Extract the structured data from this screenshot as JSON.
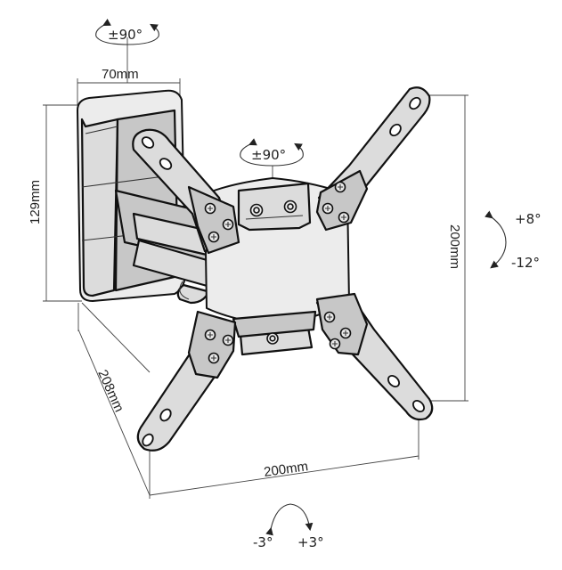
{
  "dimensions": {
    "wall_plate_width": "70mm",
    "wall_plate_height": "129mm",
    "extension": "208mm",
    "vesa_horizontal": "200mm",
    "vesa_vertical": "200mm"
  },
  "rotation": {
    "arm_swivel": "±90°",
    "screen_rotation": "±90°",
    "tilt_up": "+8°",
    "tilt_down": "-12°",
    "level_left": "-3°",
    "level_right": "+3°"
  },
  "colors": {
    "line": "#111111",
    "fill": "#dcdcdc"
  }
}
